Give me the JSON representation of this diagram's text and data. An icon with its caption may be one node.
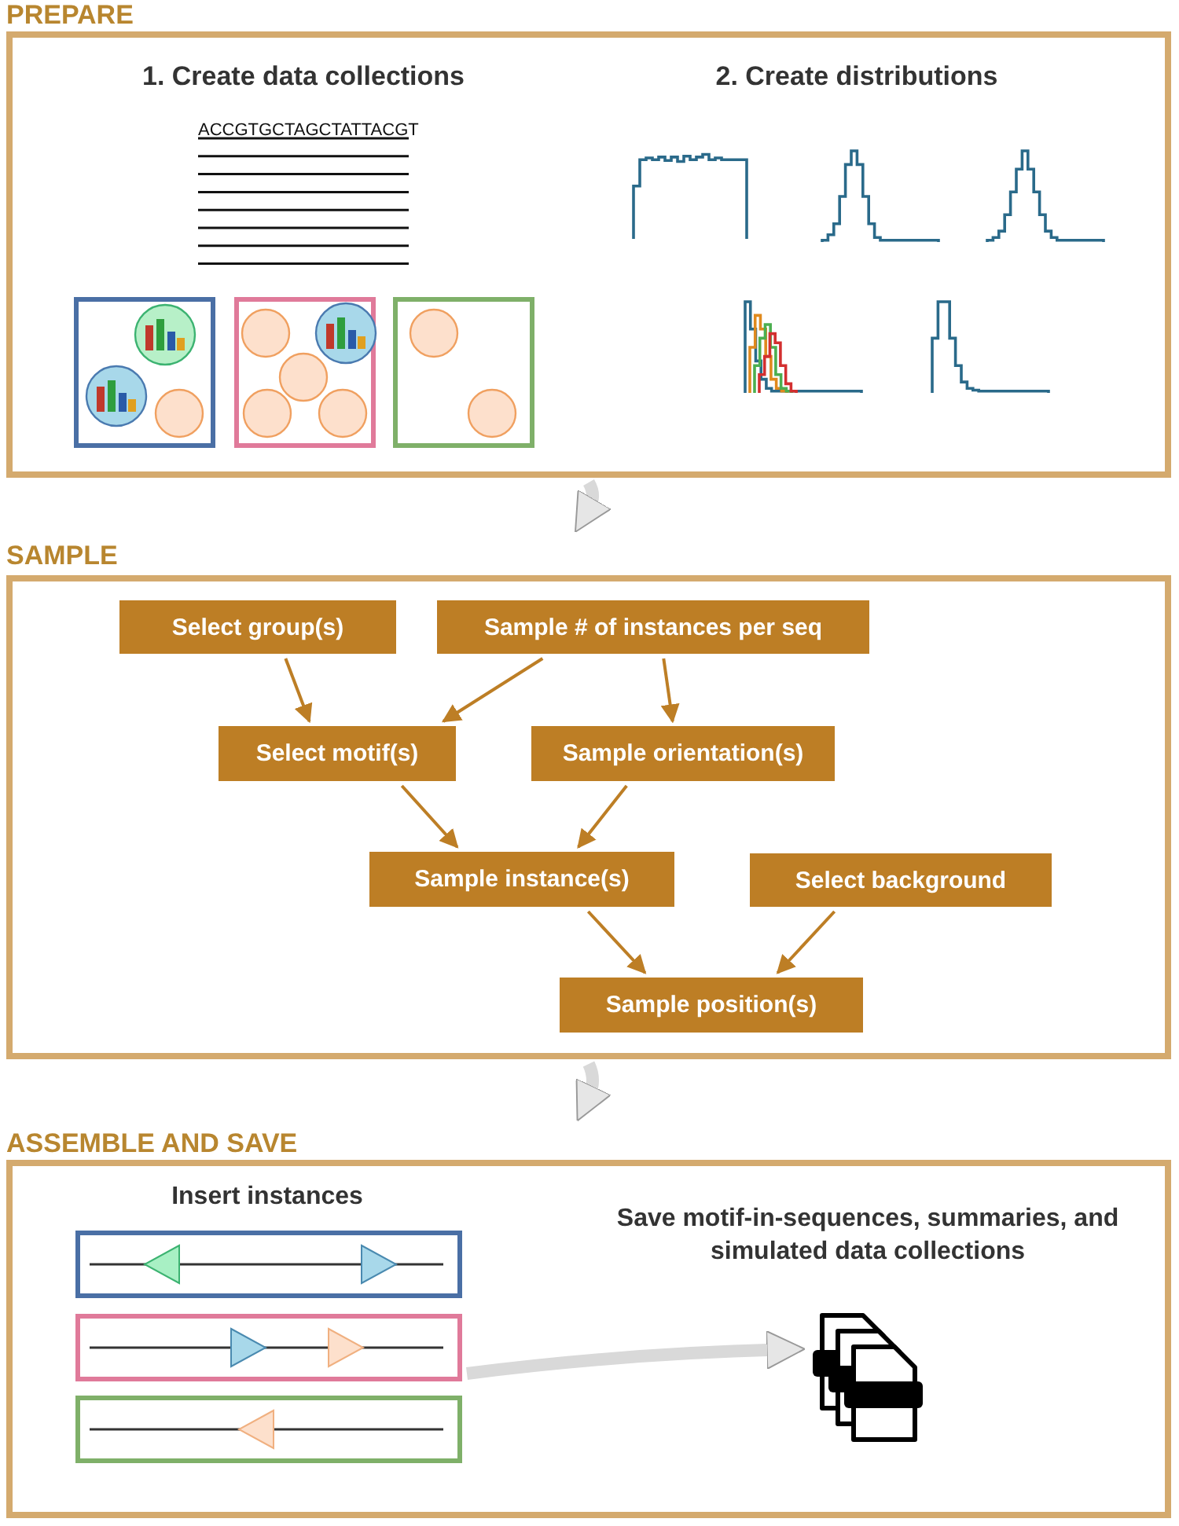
{
  "diagram": {
    "nodes": [
      {
        "text": [
          "PREPARE"
        ]
      },
      {
        "text": [
          "SAMPLE"
        ]
      },
      {
        "text": [
          "Select group(s)"
        ],
        "in": 1
      },
      {
        "text": [
          "Sample # of instances per seq"
        ],
        "in": 1
      },
      {
        "text": [
          "Select motif(s)"
        ],
        "in": 1
      },
      {
        "text": [
          "Sample orientation(s)"
        ],
        "in": 1
      },
      {
        "text": [
          "Sample instance(s)"
        ],
        "in": 1
      },
      {
        "text": [
          "Select background"
        ],
        "in": 1
      },
      {
        "text": [
          "Sample position(s)"
        ],
        "in": 1
      },
      {
        "text": [
          "ASSEMBLE AND SAVE"
        ]
      },
      {
        "text": [],
        "shape": "box",
        "in": 9
      },
      {
        "text": [],
        "shape": "box",
        "in": 9
      },
      {
        "text": [],
        "shape": "box",
        "in": 9
      },
      {
        "text": [],
        "shape": "picture",
        "in": 9
      }
    ],
    "edges": [
      {
        "from": 0,
        "to": 1,
        "arrow": "to",
        "style": "thick",
        "color": "#d9d9d9"
      },
      {
        "from": 2,
        "to": 4,
        "arrow": "to"
      },
      {
        "from": 3,
        "to": 4,
        "arrow": "to"
      },
      {
        "from": 3,
        "to": 5,
        "arrow": "to"
      },
      {
        "from": 4,
        "to": 6,
        "arrow": "to"
      },
      {
        "from": 5,
        "to": 6,
        "arrow": "to"
      },
      {
        "from": 6,
        "to": 8,
        "arrow": "to"
      },
      {
        "from": 7,
        "to": 8,
        "arrow": "to"
      },
      {
        "from": 1,
        "to": 9,
        "arrow": "to",
        "style": "thick",
        "color": "#d9d9d9"
      },
      {
        "from": 11,
        "to": 13,
        "arrow": "to",
        "style": "thick",
        "color": "#d9d9d9"
      }
    ],
    "labels": [
      "1. Create data collections",
      "2. Create distributions",
      "ACCGTGCTAGCTATTACGT",
      "Insert instances",
      "Save motif-in-sequences, summaries, and simulated data collections"
    ]
  }
}
